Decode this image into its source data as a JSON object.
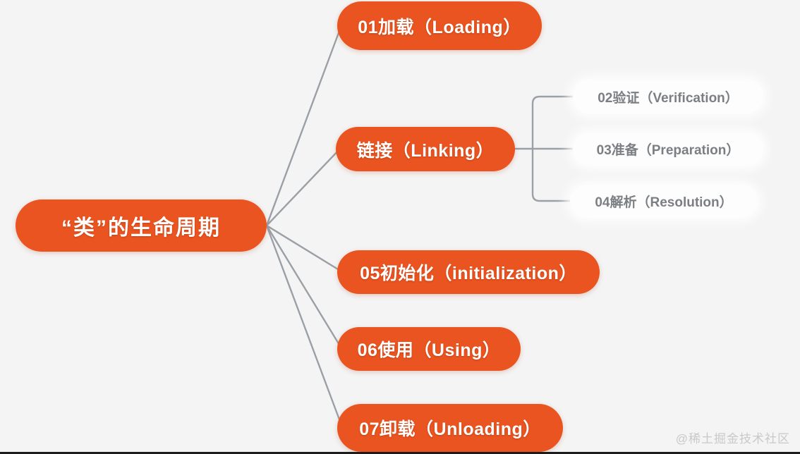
{
  "diagram": {
    "type": "mindmap",
    "background_color": "#f4f4f4",
    "accent_color": "#ea5420",
    "subnode_text_color": "#7b7f83",
    "connector_color": "#9aa0a6",
    "root": {
      "label": "“类”的生命周期"
    },
    "branches": [
      {
        "label": "01加载（Loading）"
      },
      {
        "label": "链接（Linking）"
      },
      {
        "label": "05初始化（initialization）"
      },
      {
        "label": "06使用（Using）"
      },
      {
        "label": "07卸载（Unloading）"
      }
    ],
    "linking_children": [
      {
        "label": "02验证（Verification）"
      },
      {
        "label": "03准备（Preparation）"
      },
      {
        "label": "04解析（Resolution）"
      }
    ]
  },
  "watermark": {
    "text": "@稀土掘金技术社区"
  }
}
